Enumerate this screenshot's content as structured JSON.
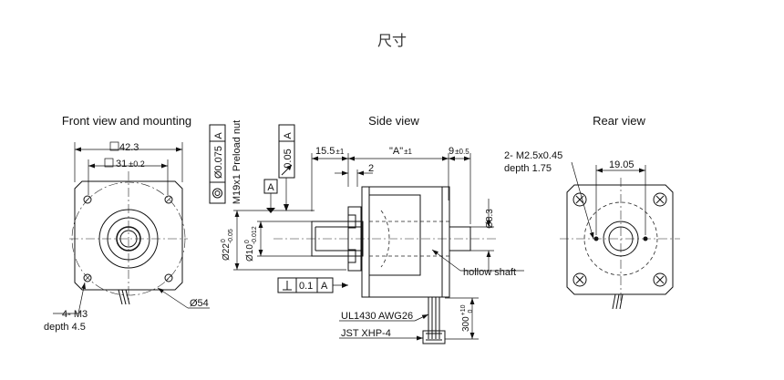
{
  "page": {
    "title": "尺寸",
    "colors": {
      "line": "#111111",
      "title": "#333333",
      "background": "#ffffff"
    }
  },
  "views": {
    "front": {
      "title": "Front view and mounting",
      "dim_width": "42.3",
      "dim_hole_prefix": "31",
      "dim_hole_tol": "±0.2",
      "dim_circle": "Ø54",
      "screw_label_1": "4- M3",
      "screw_label_2": "depth 4.5"
    },
    "side": {
      "title": "Side view",
      "dim_left": "15.5",
      "dim_left_tol": "±1",
      "dim_a": "\"A\"",
      "dim_a_tol": "±1",
      "dim_right": "9",
      "dim_right_tol": "±0.5",
      "dim_2": "2",
      "dim_d83": "Ø8.3",
      "dim_d22": "Ø22",
      "dim_d22_tol_up": "0",
      "dim_d22_tol_dn": "-0.05",
      "dim_d10": "Ø10",
      "dim_d10_tol_up": "0",
      "dim_d10_tol_dn": "-0.012",
      "gdt_conc_value": "Ø0.075",
      "gdt_conc_ref": "A",
      "gdt_runout_value": "0.05",
      "gdt_runout_ref": "A",
      "gdt_perp_value": "0.1",
      "gdt_perp_ref": "A",
      "datum": "A",
      "nut_label": "M19x1 Preload nut",
      "shaft_label": "hollow shaft",
      "cable_label": "UL1430 AWG26",
      "connector_label": "JST XHP-4",
      "dim_cable": "300",
      "dim_cable_tol_up": "+10",
      "dim_cable_tol_dn": "0"
    },
    "rear": {
      "title": "Rear view",
      "hole_label_1": "2- M2.5x0.45",
      "hole_label_2": "depth 1.75",
      "dim_spacing": "19.05"
    }
  }
}
